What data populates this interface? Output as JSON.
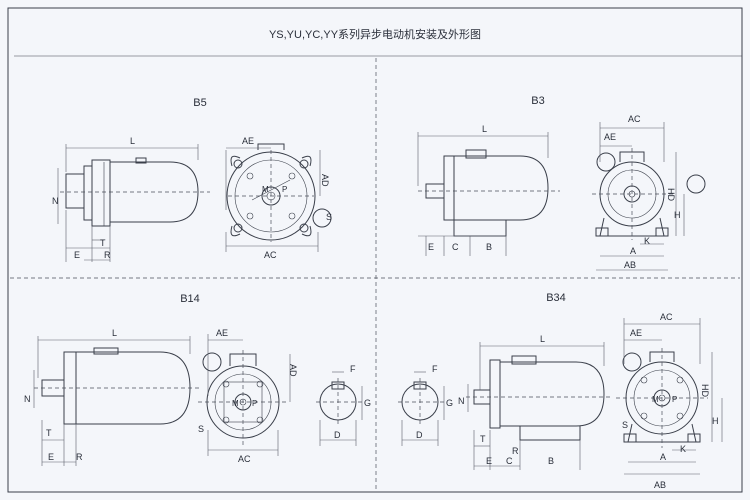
{
  "title": "YS,YU,YC,YY系列异步电动机安装及外形图",
  "sections": {
    "b5": {
      "label": "B5"
    },
    "b3": {
      "label": "B3"
    },
    "b14": {
      "label": "B14"
    },
    "b34": {
      "label": "B34"
    }
  },
  "dims": {
    "L": "L",
    "N": "N",
    "T": "T",
    "E": "E",
    "R": "R",
    "AE": "AE",
    "AD": "AD",
    "AC": "AC",
    "M": "M",
    "P": "P",
    "S": "S",
    "HD": "HD",
    "H": "H",
    "K": "K",
    "A": "A",
    "AB": "AB",
    "C": "C",
    "B": "B",
    "F": "F",
    "G": "G",
    "D": "D"
  },
  "colors": {
    "paper": "#f4f6fa",
    "ink": "#3a3f4a"
  }
}
